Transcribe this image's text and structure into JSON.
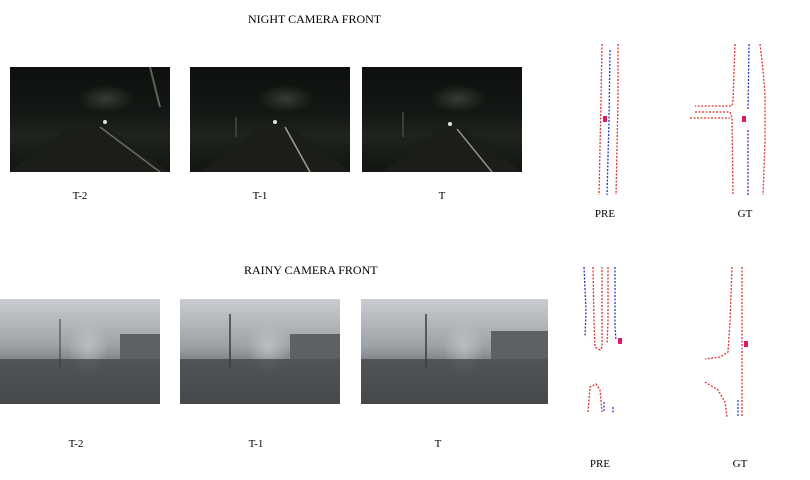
{
  "night": {
    "title": "NIGHT CAMERA FRONT",
    "frames": [
      "T-2",
      "T-1",
      "T"
    ],
    "maps": [
      "PRE",
      "GT"
    ]
  },
  "rainy": {
    "title": "RAINY CAMERA FRONT",
    "frames": [
      "T-2",
      "T-1",
      "T"
    ],
    "maps": [
      "PRE",
      "GT"
    ]
  },
  "colors": {
    "boundary": "#e0342f",
    "divider": "#2b35d6",
    "ego": "#e0186a"
  }
}
